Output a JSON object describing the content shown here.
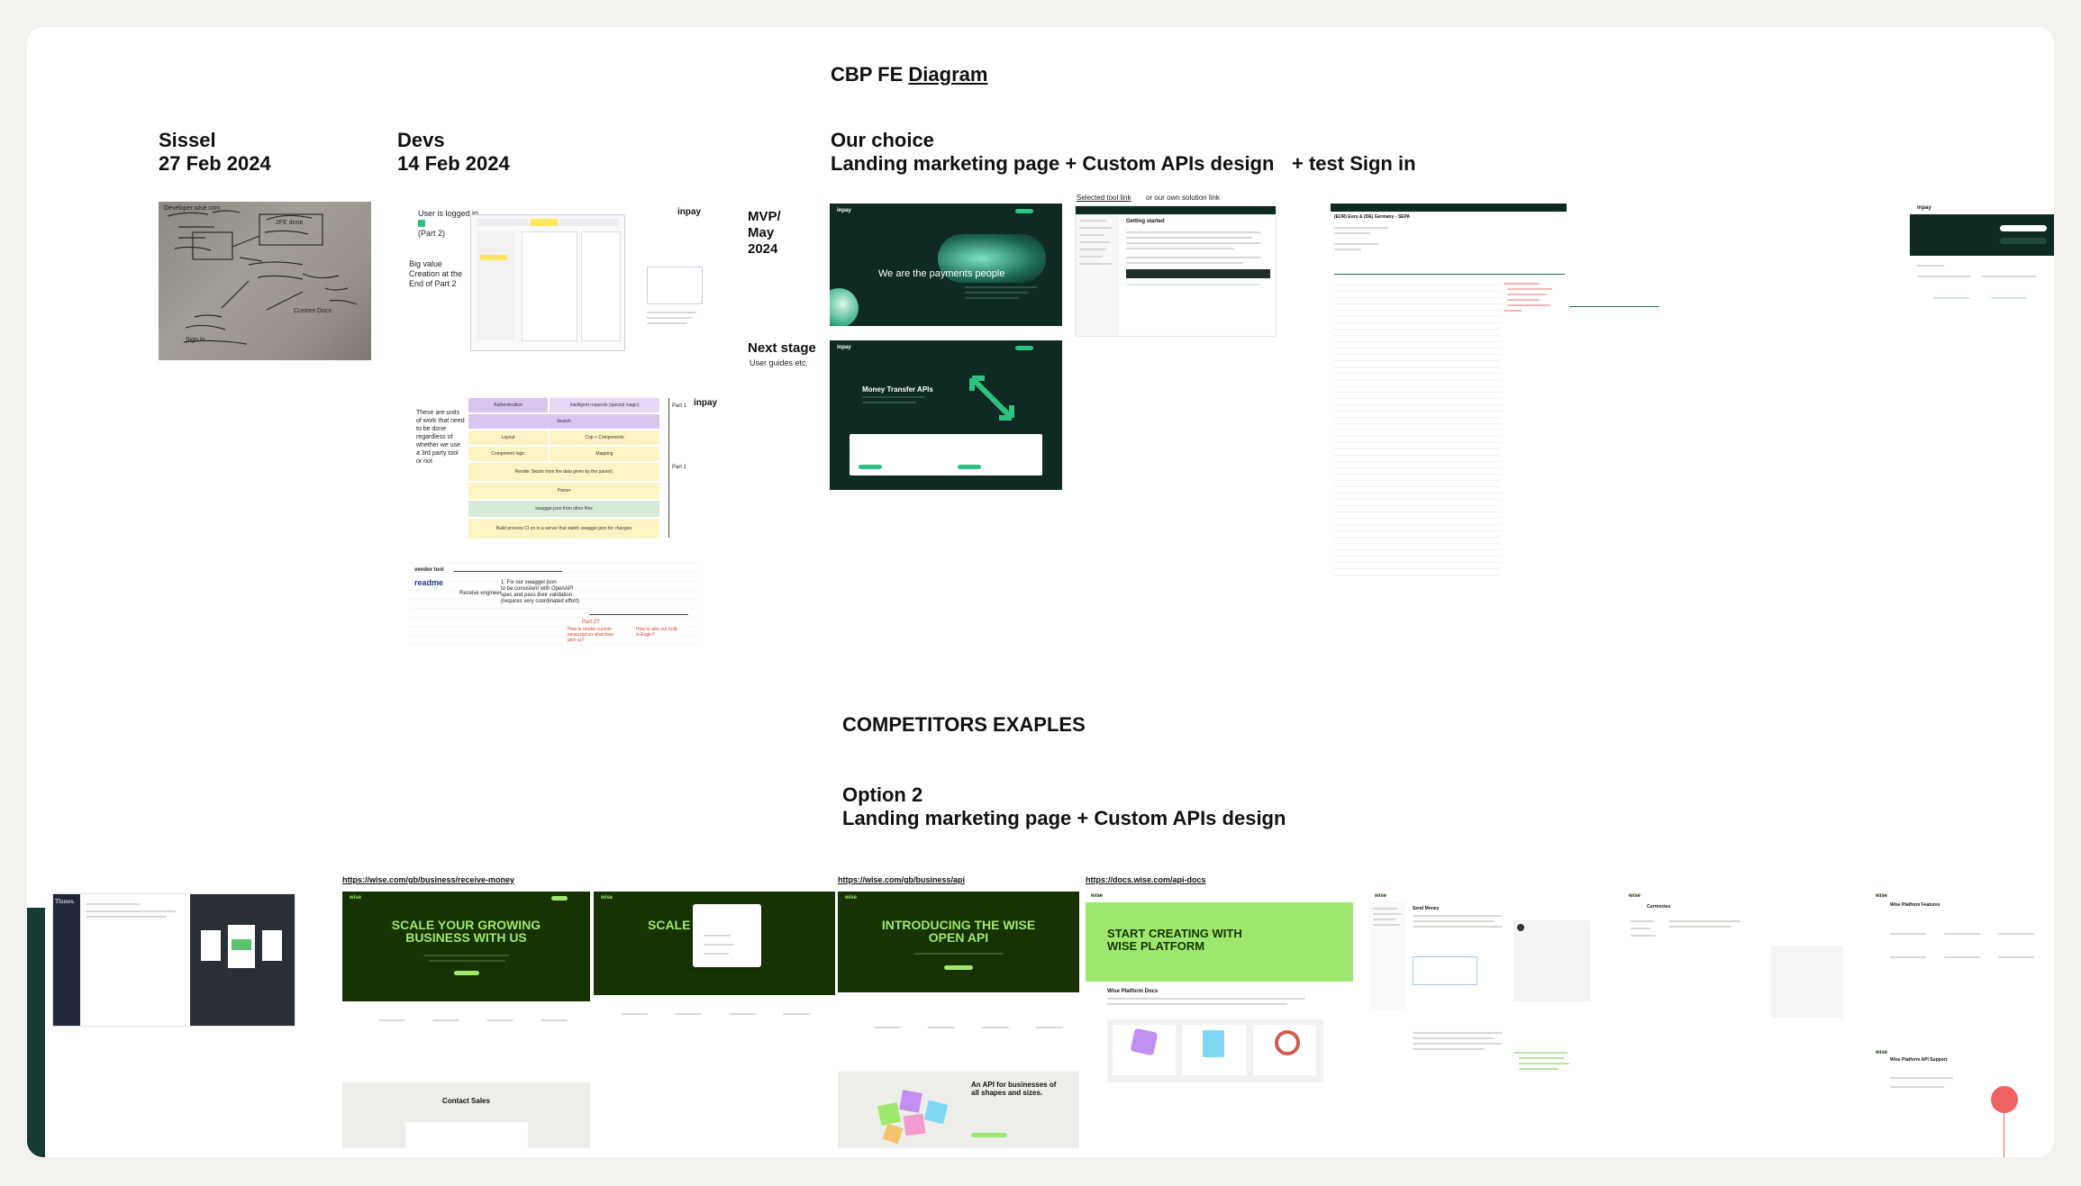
{
  "board": {
    "title_prefix": "CBP FE ",
    "title_link": "Diagram",
    "colors": {
      "accent_dark": "#0e2a22",
      "wise_green": "#173303",
      "wise_lime": "#9fe870",
      "canvas": "#f3f2ee"
    }
  },
  "columns": {
    "sissel": {
      "name": "Sissel",
      "date": "27 Feb 2024"
    },
    "devs": {
      "name": "Devs",
      "date": "14 Feb 2024"
    },
    "choice": {
      "title": "Our choice",
      "subtitle": "Landing marketing page + Custom APIs design",
      "extra": "+ test Sign in"
    }
  },
  "stages": {
    "mvp": {
      "label": "MVP/ May 2024"
    },
    "next": {
      "label": "Next stage",
      "sub": "User guides etc."
    }
  },
  "annotations": {
    "selected_tool": "Selected tool link",
    "own_solution": "or our own solution link"
  },
  "whiteboard": {
    "lines": [
      "Developer.wise.com",
      "2FE done",
      "Custom Docs",
      "Sign in"
    ]
  },
  "devs_board": {
    "user_logged": "User is logged in",
    "part2": "(Part 2)",
    "big_value": "Big value Creation at the End of Part 2",
    "units_note": "These are units of work that need to be done regardless of whether we use a 3rd party tool or not",
    "brand": "inpay",
    "part1": "Part 1",
    "part1_lower": "Part 1",
    "stack": [
      {
        "label": "Authentication",
        "color": "#d9c6f0"
      },
      {
        "label": "Intelligent requests (special magic)",
        "color": "#e7d7f7"
      },
      {
        "label": "Search",
        "color": "#d9c6f0"
      },
      {
        "label": "Layout",
        "color": "#fdf4c4"
      },
      {
        "label": "Cop + Components",
        "color": "#fdf4c4"
      },
      {
        "label": "Component logic",
        "color": "#fdf4c4"
      },
      {
        "label": "Mapping",
        "color": "#fdf4c4"
      },
      {
        "label": "Render Swizin from the data given by the parser)",
        "color": "#fdf4c4"
      },
      {
        "label": "Parser",
        "color": "#fdf4c4"
      },
      {
        "label": "swagger.json from other files",
        "color": "#d7ead8"
      },
      {
        "label": "Build process CI on in a server that watch swagger.json for changes",
        "color": "#fdf4c4"
      }
    ],
    "vendor_tool": "vendor tool",
    "readme": "readme",
    "receive_engineer": "Receive engineer",
    "fix_note": "1. Fix our swagger.json",
    "consistent_note": "to be consistent with OpenAPI spec and pass their validation (requires very coordinated effort)",
    "part2b": "Part 2?",
    "render_note": "How to render custom javascript on what they give us?",
    "how_note": "How to also our built-in Engin?"
  },
  "inpay_pages": {
    "hero_text": "We are the payments people",
    "api_title": "Money Transfer APIs",
    "brand": "inpay"
  },
  "docs": {
    "heading": "Getting started",
    "sepa_title": "(EUR) Euro & (DE) Germany - SEPA"
  },
  "competitors": {
    "title": "COMPETITORS EXAPLES",
    "option_title": "Option 2",
    "option_subtitle": "Landing marketing page + Custom APIs design",
    "urls": {
      "receive": "https://wise.com/gb/business/receive-money",
      "api": "https://wise.com/gb/business/api",
      "docs": "https://docs.wise.com/api-docs"
    },
    "thunes_brand": "Thunes.",
    "wise_hero1": "SCALE YOUR GROWING BUSINESS WITH US",
    "wise_hero2": "SCALE Y BUSIN",
    "wise_hero3": "INTRODUCING THE WISE OPEN API",
    "wise_hero4": "START CREATING WITH WISE PLATFORM",
    "contact_sales": "Contact Sales",
    "api_shapes": "An API for businesses of all shapes and sizes.",
    "platform_docs": "Wise Platform Docs",
    "wise_brand": "wise",
    "send_money": "Send Money",
    "currencies": "Currencies",
    "features": "Wise Platform Features",
    "support": "Wise Platform API Support"
  }
}
